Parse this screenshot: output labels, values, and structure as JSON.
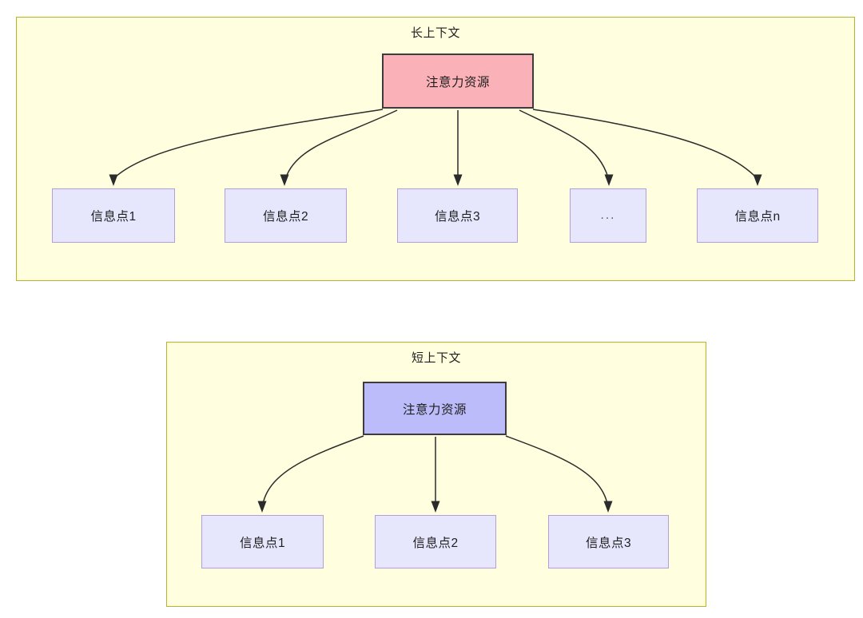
{
  "diagram": {
    "title_hidden": "",
    "panels": [
      {
        "id": "long-context",
        "title": "长上下文",
        "root": {
          "label": "注意力资源",
          "fill": "#fab1b8",
          "border": "#3d3b3c"
        },
        "leaves": [
          {
            "label": "信息点1"
          },
          {
            "label": "信息点2"
          },
          {
            "label": "信息点3"
          },
          {
            "label": "..."
          },
          {
            "label": "信息点n"
          }
        ],
        "leaf_fill": "#e6e6fd",
        "leaf_border": "#b39ddb",
        "panel_fill": "#ffffdf",
        "panel_border": "#b8b32b"
      },
      {
        "id": "short-context",
        "title": "短上下文",
        "root": {
          "label": "注意力资源",
          "fill": "#bcbcfa",
          "border": "#3d3b3c"
        },
        "leaves": [
          {
            "label": "信息点1"
          },
          {
            "label": "信息点2"
          },
          {
            "label": "信息点3"
          }
        ],
        "leaf_fill": "#e6e6fd",
        "leaf_border": "#b39ddb",
        "panel_fill": "#ffffdf",
        "panel_border": "#b8b32b"
      }
    ],
    "edge_color": "#2b2b2b",
    "background": "#ffffff"
  }
}
